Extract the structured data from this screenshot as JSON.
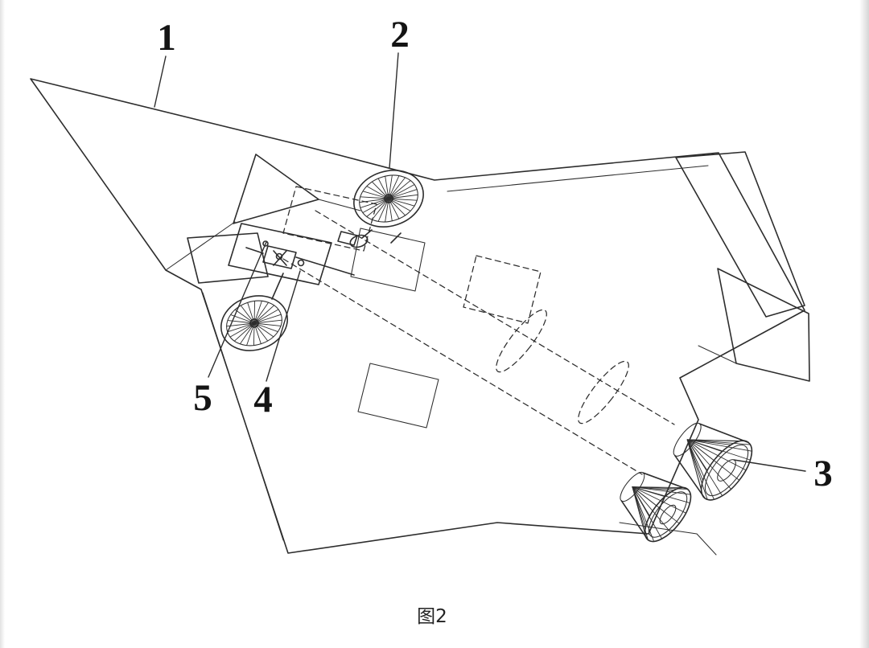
{
  "figure": {
    "caption": "图2",
    "callouts": [
      {
        "id": "1",
        "label": "1"
      },
      {
        "id": "2",
        "label": "2"
      },
      {
        "id": "3",
        "label": "3"
      },
      {
        "id": "4",
        "label": "4"
      },
      {
        "id": "5",
        "label": "5"
      }
    ]
  },
  "style": {
    "line_color": "#2d2d2d",
    "background": "#ffffff"
  }
}
